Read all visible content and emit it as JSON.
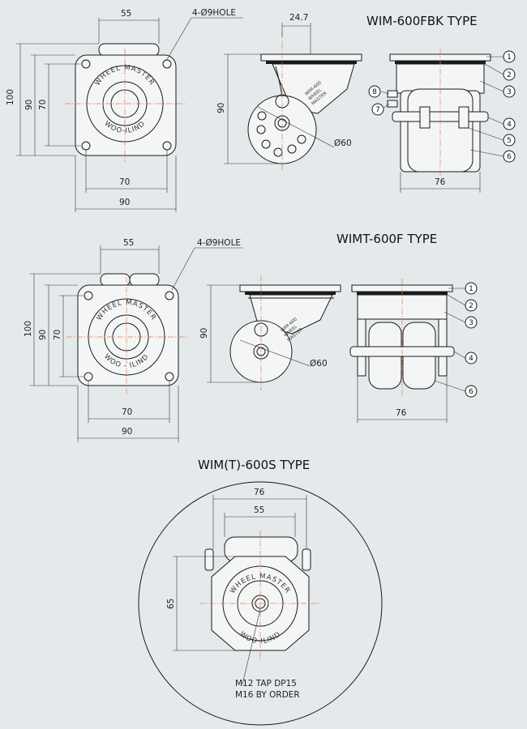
{
  "sections": [
    {
      "title": "WIM-600FBK TYPE",
      "hole_note": "4-Ø9HOLE",
      "plate_text": {
        "top": "WHEEL MASTER",
        "bottom": "WOO-ILIND"
      },
      "label_text": {
        "line1": "WIM-600",
        "line2": "WHEEL",
        "line3": "MASTER"
      },
      "dims": {
        "hole_pitch_top": "55",
        "height_overall": "100",
        "height_mid": "90",
        "height_inner": "70",
        "width_inner": "70",
        "width_overall": "90",
        "offset": "24.7",
        "caster_height": "90",
        "wheel_dia": "Ø60",
        "track": "76"
      },
      "parts": [
        "1",
        "2",
        "3",
        "8",
        "7",
        "4",
        "5",
        "6"
      ]
    },
    {
      "title": "WIMT-600F TYPE",
      "hole_note": "4-Ø9HOLE",
      "plate_text": {
        "top": "WHEEL MASTER",
        "bottom": "WOO - ILIND"
      },
      "label_text": {
        "line1": "WIM-600",
        "line2": "WHEEL",
        "line3": "MASTER"
      },
      "dims": {
        "hole_pitch_top": "55",
        "height_overall": "100",
        "height_mid": "90",
        "height_inner": "70",
        "width_inner": "70",
        "width_overall": "90",
        "caster_height": "90",
        "wheel_dia": "Ø60",
        "track": "76"
      },
      "parts": [
        "1",
        "2",
        "3",
        "4",
        "6"
      ]
    },
    {
      "title": "WIM(T)-600S TYPE",
      "plate_text": {
        "top": "WHEEL MASTER",
        "bottom": "WOO-ILIND"
      },
      "dims": {
        "track": "76",
        "inner": "55",
        "height": "65"
      },
      "tap_note": {
        "line1": "M12 TAP DP15",
        "line2": "M16 BY ORDER"
      }
    }
  ],
  "colors": {
    "background": "#e4eaec",
    "line": "#1a1a1a",
    "centerline": "#e07a4a",
    "part_fill": "#f4f6f6"
  }
}
